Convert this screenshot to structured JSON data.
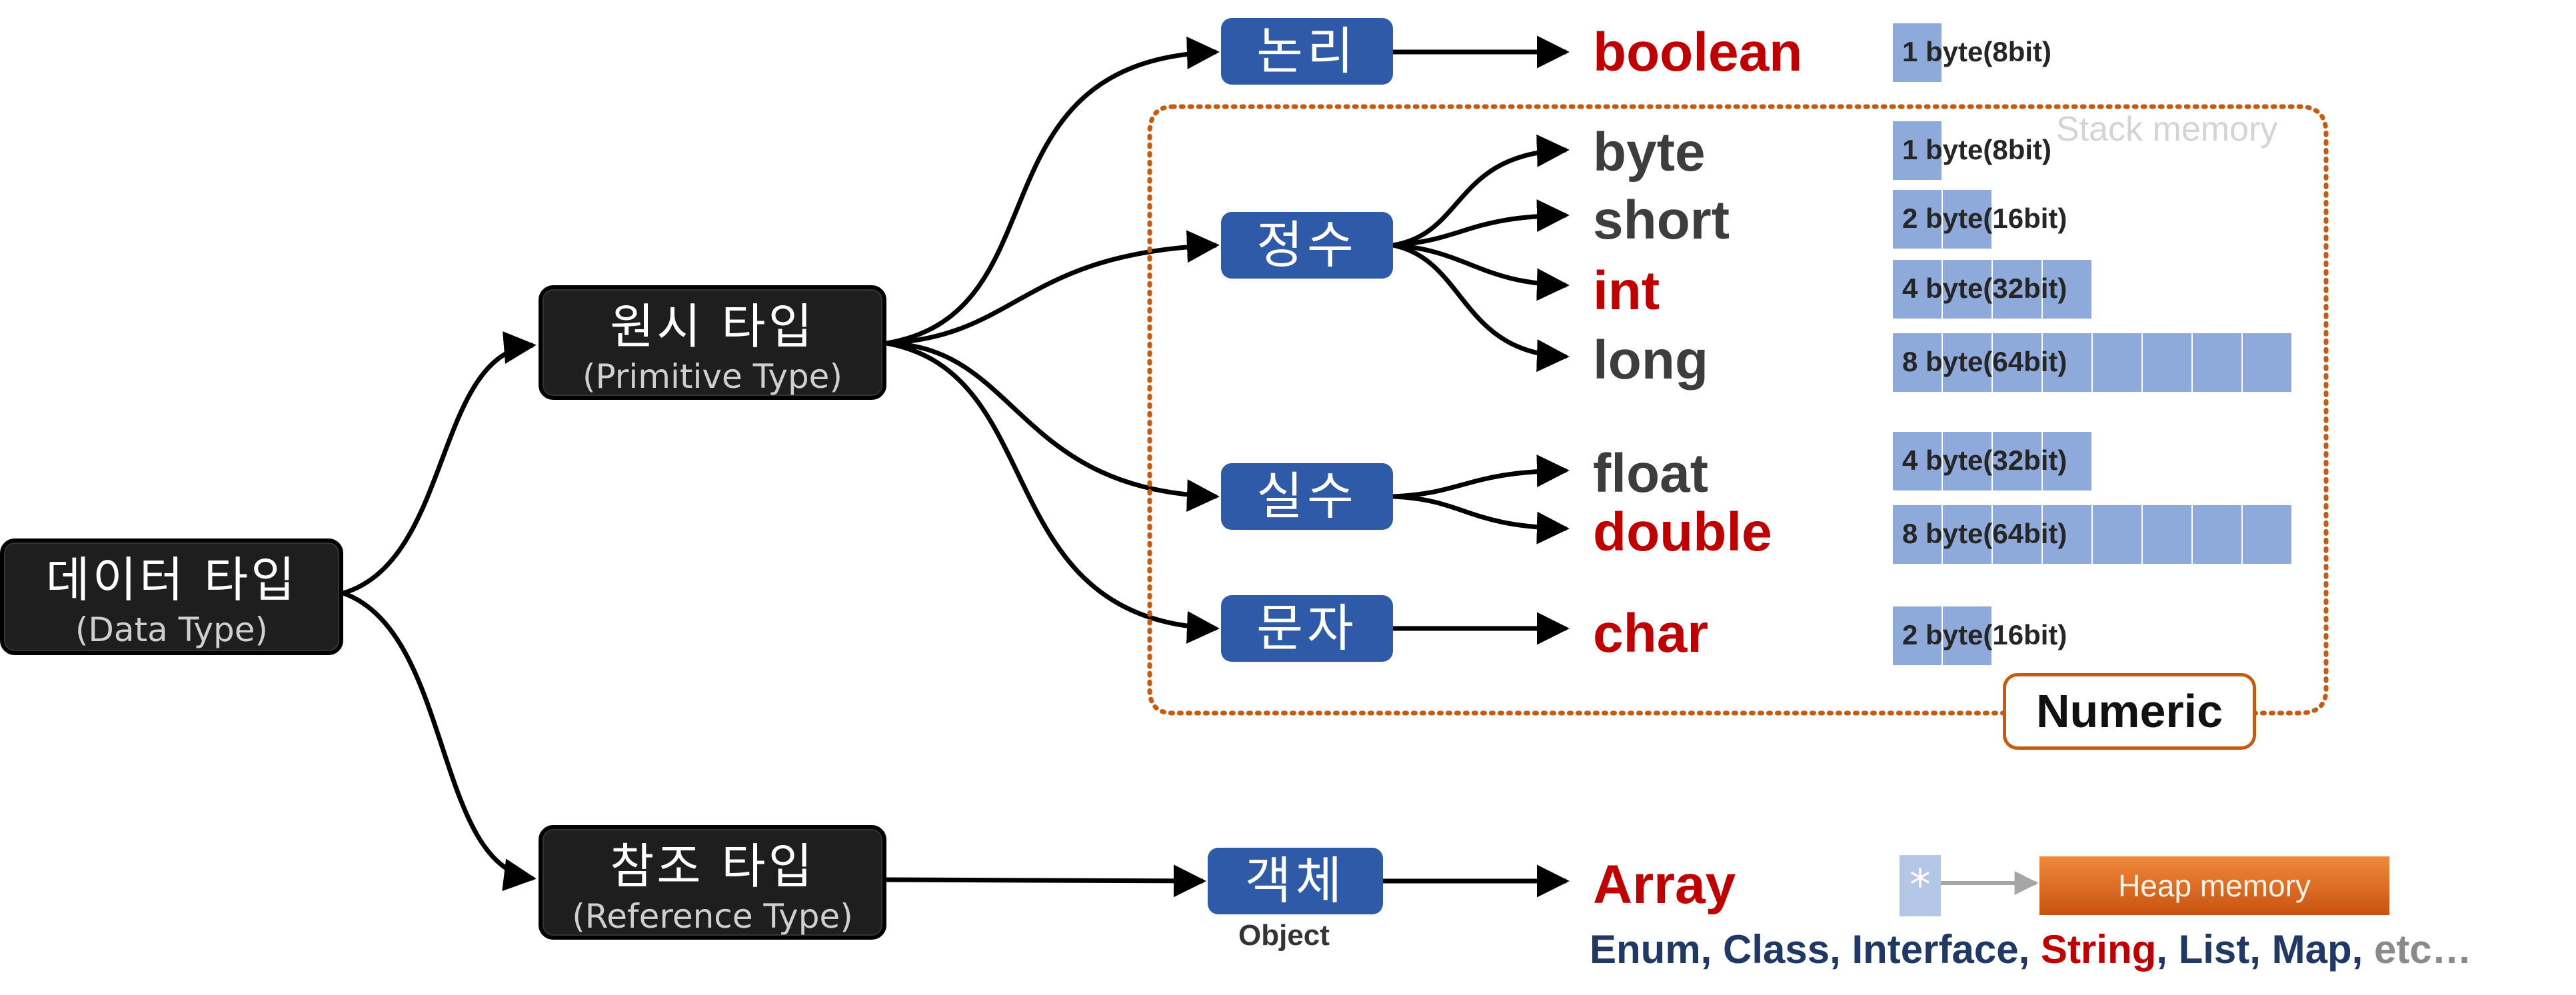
{
  "root": {
    "title": "데이터 타입",
    "subtitle": "(Data Type)"
  },
  "primitive": {
    "title": "원시 타입",
    "subtitle": "(Primitive Type)"
  },
  "reference": {
    "title": "참조 타입",
    "subtitle": "(Reference Type)"
  },
  "categories": {
    "logical": "논리",
    "integer": "정수",
    "real": "실수",
    "character": "문자",
    "object": "객체"
  },
  "object_caption": "Object",
  "types": {
    "boolean": {
      "name": "boolean",
      "size": "1 byte(8bit)",
      "bytes": 1
    },
    "byte": {
      "name": "byte",
      "size": "1 byte(8bit)",
      "bytes": 1
    },
    "short": {
      "name": "short",
      "size": "2 byte(16bit)",
      "bytes": 2
    },
    "int": {
      "name": "int",
      "size": "4 byte(32bit)",
      "bytes": 4
    },
    "long": {
      "name": "long",
      "size": "8 byte(64bit)",
      "bytes": 8
    },
    "float": {
      "name": "float",
      "size": "4 byte(32bit)",
      "bytes": 4
    },
    "double": {
      "name": "double",
      "size": "8 byte(64bit)",
      "bytes": 8
    },
    "char": {
      "name": "char",
      "size": "2 byte(16bit)",
      "bytes": 2
    },
    "array": {
      "name": "Array"
    }
  },
  "stack_memory_label": "Stack memory",
  "numeric_label": "Numeric",
  "pointer_symbol": "*",
  "heap_memory_label": "Heap memory",
  "other_refs": [
    "Enum",
    "Class",
    "Interface",
    "String",
    "List",
    "Map",
    "etc…"
  ],
  "colors": {
    "block": "#1e1e1e",
    "category": "#2e5aa7",
    "highlight_type": "#c00000",
    "plain_type": "#3d3d3d",
    "byte_cell": "#8eaadb",
    "stack_border": "#c55a11",
    "heap": "#e8742a",
    "other_refs": "#1f3864"
  }
}
